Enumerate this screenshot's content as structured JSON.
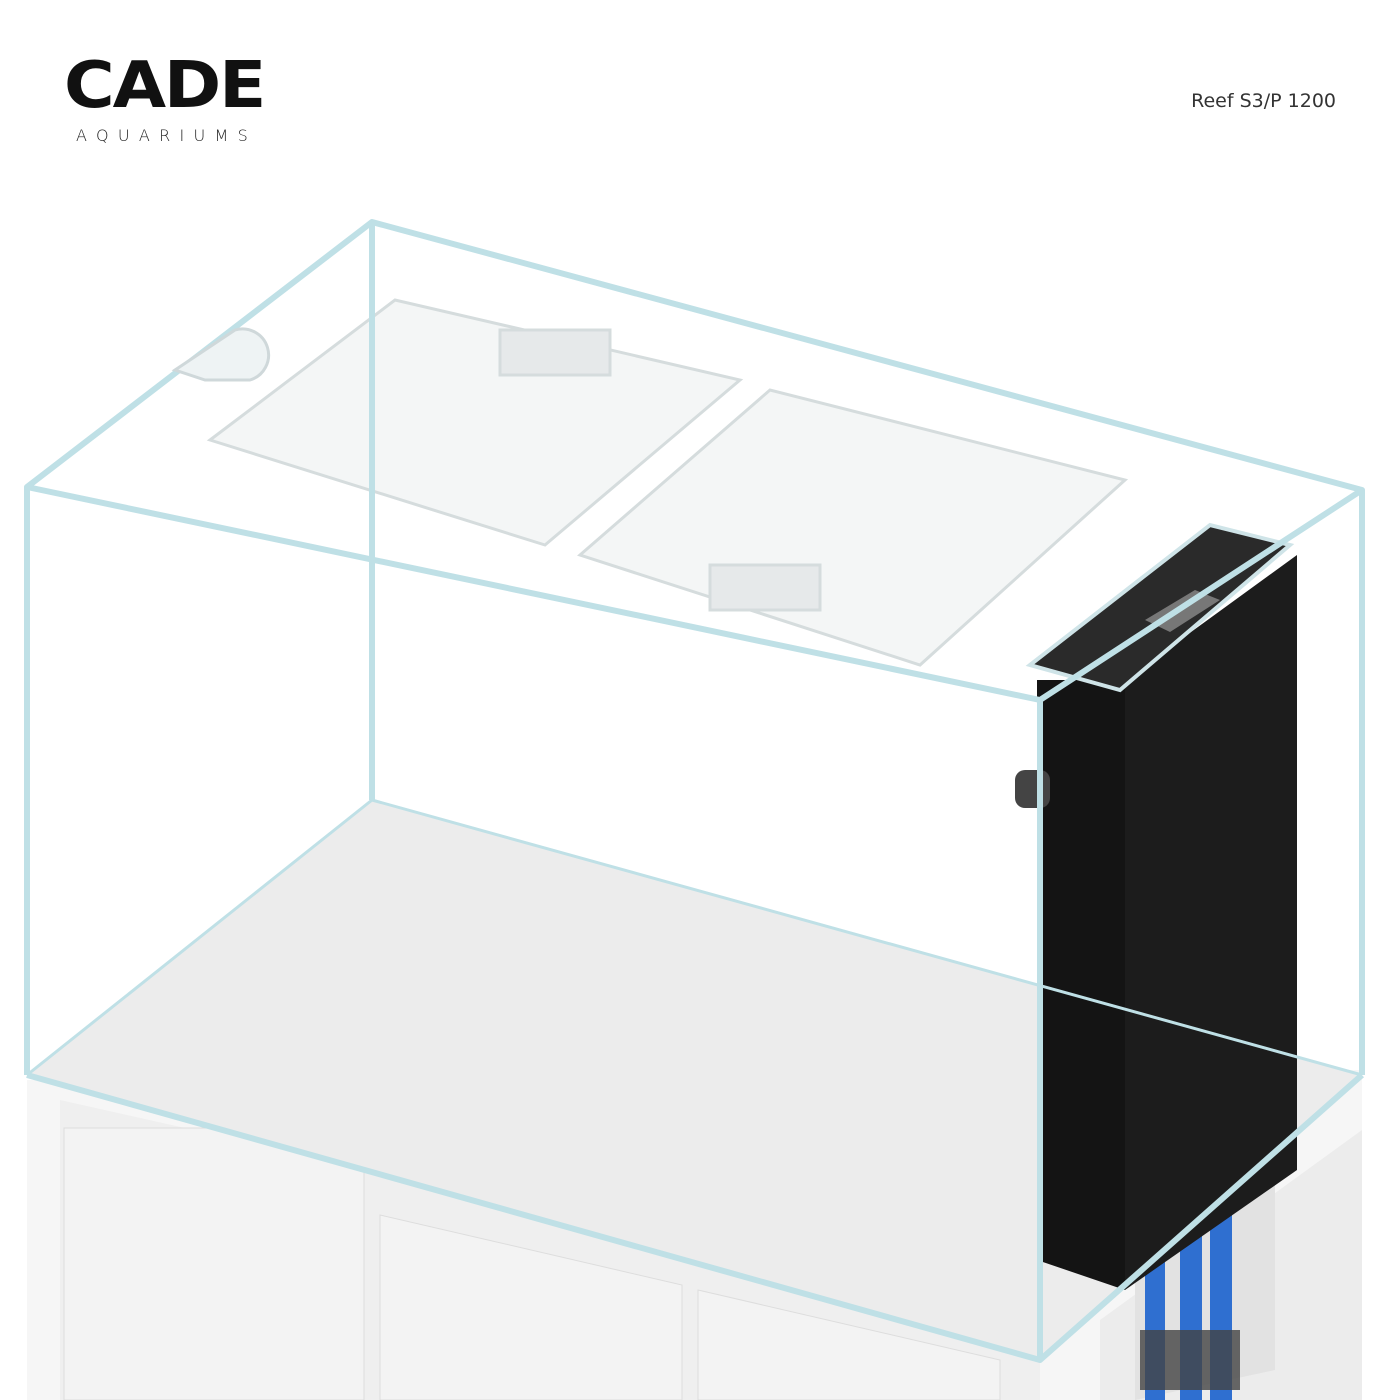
{
  "brand": {
    "name": "CADE",
    "subtitle": "AQUARIUMS"
  },
  "product": {
    "model": "Reef S3/P 1200"
  },
  "colors": {
    "glass_edge": "#bfe0e6",
    "overflow_box": "#141414",
    "stand": "#f4f4f4",
    "pipes": "#2f6fd0"
  }
}
